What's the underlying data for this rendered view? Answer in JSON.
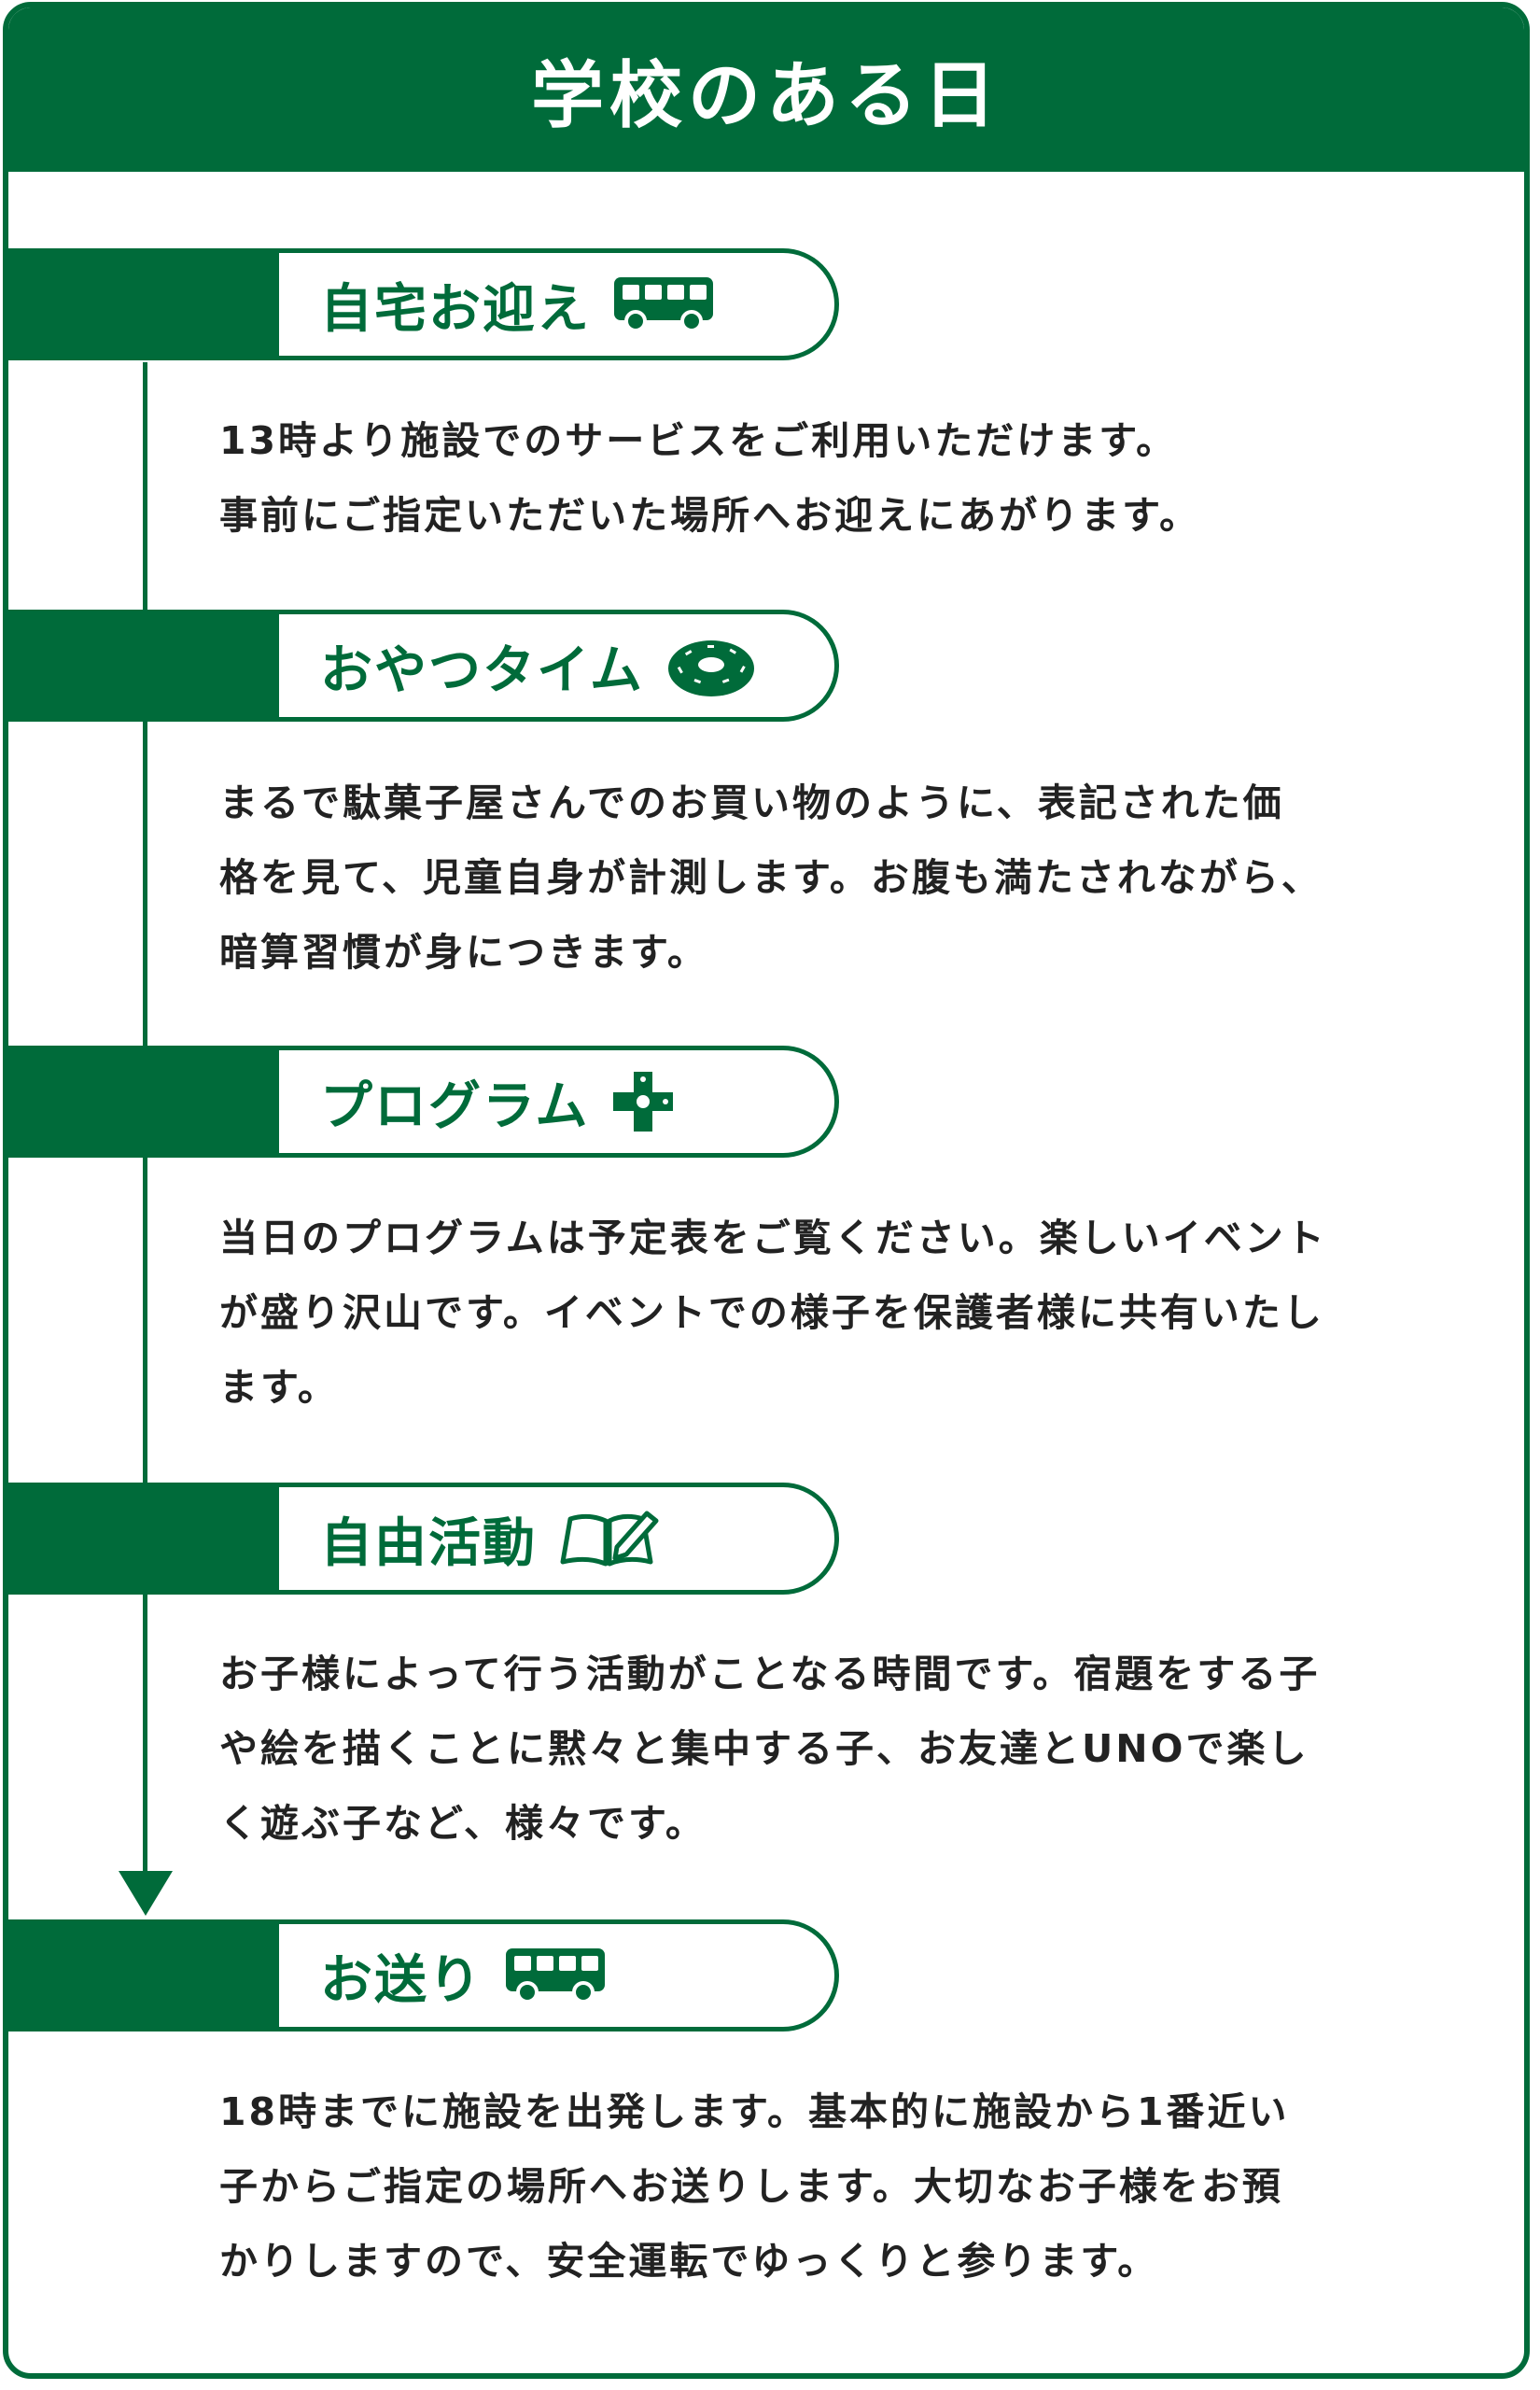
{
  "title": "学校のある日",
  "colors": {
    "primary": "#006b3a",
    "text": "#222222",
    "background": "#ffffff"
  },
  "sections": [
    {
      "title": "自宅お迎え",
      "icon": "bus-icon",
      "lines": [
        "13時より施設でのサービスをご利用いただけます。",
        "事前にご指定いただいた場所へお迎えにあがります。"
      ]
    },
    {
      "title": "おやつタイム",
      "icon": "donut-icon",
      "lines": [
        "まるで駄菓子屋さんでのお買い物のように、表記された価",
        "格を見て、児童自身が計測します。お腹も満たされながら、",
        "暗算習慣が身につきます。"
      ]
    },
    {
      "title": "プログラム",
      "icon": "puzzle-plus-icon",
      "lines": [
        "当日のプログラムは予定表をご覧ください。楽しいイベント",
        "が盛り沢山です。イベントでの様子を保護者様に共有いたし",
        "ます。"
      ]
    },
    {
      "title": "自由活動",
      "icon": "book-pencil-icon",
      "lines": [
        "お子様によって行う活動がことなる時間です。宿題をする子",
        "や絵を描くことに黙々と集中する子、お友達とUNOで楽し",
        "く遊ぶ子など、様々です。"
      ]
    },
    {
      "title": "お送り",
      "icon": "bus-icon",
      "lines": [
        "18時までに施設を出発します。基本的に施設から1番近い",
        "子からご指定の場所へお送りします。大切なお子様をお預",
        "かりしますので、安全運転でゆっくりと参ります。"
      ]
    }
  ]
}
